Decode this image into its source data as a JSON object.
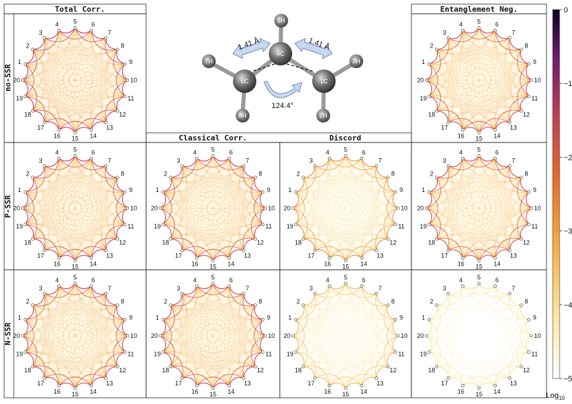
{
  "headers": {
    "total": "Total Corr.",
    "classical": "Classical Corr.",
    "discord": "Discord",
    "entanglement": "Entanglement Neg."
  },
  "rows": [
    "no-SSR",
    "P-SSR",
    "N-SSR"
  ],
  "node_labels": [
    "1",
    "2",
    "3",
    "4",
    "5",
    "6",
    "7",
    "8",
    "9",
    "10",
    "11",
    "12",
    "13",
    "14",
    "15",
    "16",
    "17",
    "18",
    "19",
    "20"
  ],
  "molecule": {
    "atoms": {
      "c4": "4C",
      "c6": "6C",
      "c1": "1C",
      "h5": "5H",
      "h7": "7H",
      "h3": "3H",
      "h8": "8H",
      "h2": "2H"
    },
    "bond_left": "1.41 Å",
    "bond_right": "1.41 Å",
    "angle": "124.4°"
  },
  "colorbar": {
    "ticks": [
      "0",
      "−1",
      "−2",
      "−3",
      "−4",
      "−5"
    ],
    "unit": "Log",
    "unit_sub": "10"
  },
  "panels": [
    {
      "row": 0,
      "col": 0,
      "intensity": 0.78
    },
    {
      "row": 0,
      "col": 3,
      "intensity": 0.72
    },
    {
      "row": 1,
      "col": 0,
      "intensity": 0.76
    },
    {
      "row": 1,
      "col": 1,
      "intensity": 0.74
    },
    {
      "row": 1,
      "col": 2,
      "intensity": 0.5
    },
    {
      "row": 1,
      "col": 3,
      "intensity": 0.7
    },
    {
      "row": 2,
      "col": 0,
      "intensity": 0.74
    },
    {
      "row": 2,
      "col": 1,
      "intensity": 0.74
    },
    {
      "row": 2,
      "col": 2,
      "intensity": 0.35
    },
    {
      "row": 2,
      "col": 3,
      "intensity": 0.2
    }
  ]
}
